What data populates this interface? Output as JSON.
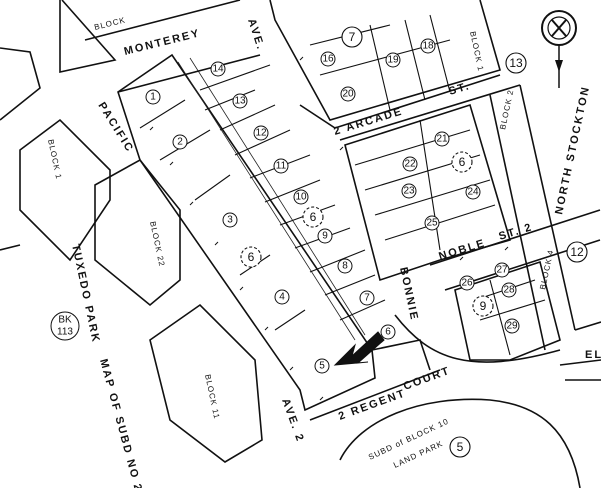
{
  "streets": {
    "monterey": "MONTEREY",
    "pacific": "PACIFIC",
    "arcade": "2 ARCADE",
    "arcade_st": "ST.",
    "noble": "NOBLE",
    "noble_st": "ST. 2",
    "north_stockton": "NORTH STOCKTON",
    "bonnie": "BONNIE",
    "regent": "2 REGENT",
    "regent_court": "COURT",
    "ave_top": "AVE.",
    "ave_bottom": "AVE. 2",
    "tuxedo_park": "TUXEDO PARK",
    "map_subd": "MAP OF SUBD NO 2,",
    "elm": "EL",
    "subd_block": "SUBD of BLOCK 10",
    "land_park": "LAND PARK"
  },
  "block_labels": {
    "block_top": "BLOCK",
    "block_1": "BLOCK 1",
    "block_1_right": "BLOCK 1",
    "block_2": "BLOCK 2",
    "block_22": "BLOCK 22",
    "block_11": "BLOCK 11",
    "block_4": "BLOCK 4"
  },
  "map_book": {
    "line1": "BK",
    "line2": "113"
  },
  "big_parcels": [
    {
      "id": "p7",
      "label": "7"
    },
    {
      "id": "p13",
      "label": "13"
    },
    {
      "id": "p12",
      "label": "12"
    },
    {
      "id": "p5",
      "label": "5"
    }
  ],
  "sub_areas": [
    {
      "id": "s6a",
      "label": "6"
    },
    {
      "id": "s6b",
      "label": "6"
    },
    {
      "id": "s6c",
      "label": "6"
    },
    {
      "id": "s9",
      "label": "9"
    }
  ],
  "lots": [
    {
      "id": "l1",
      "label": "1"
    },
    {
      "id": "l2",
      "label": "2"
    },
    {
      "id": "l3",
      "label": "3"
    },
    {
      "id": "l4",
      "label": "4"
    },
    {
      "id": "l5",
      "label": "5"
    },
    {
      "id": "l6",
      "label": "6"
    },
    {
      "id": "l7",
      "label": "7"
    },
    {
      "id": "l8",
      "label": "8"
    },
    {
      "id": "l9",
      "label": "9"
    },
    {
      "id": "l10",
      "label": "10"
    },
    {
      "id": "l11",
      "label": "11"
    },
    {
      "id": "l12",
      "label": "12"
    },
    {
      "id": "l13",
      "label": "13"
    },
    {
      "id": "l14",
      "label": "14"
    },
    {
      "id": "r16",
      "label": "16"
    },
    {
      "id": "r18",
      "label": "18"
    },
    {
      "id": "r19",
      "label": "19"
    },
    {
      "id": "r20",
      "label": "20"
    },
    {
      "id": "r21",
      "label": "21"
    },
    {
      "id": "r22",
      "label": "22"
    },
    {
      "id": "r23",
      "label": "23"
    },
    {
      "id": "r24",
      "label": "24"
    },
    {
      "id": "r25",
      "label": "25"
    },
    {
      "id": "r26",
      "label": "26"
    },
    {
      "id": "r27",
      "label": "27"
    },
    {
      "id": "r28",
      "label": "28"
    },
    {
      "id": "r29",
      "label": "29"
    }
  ]
}
